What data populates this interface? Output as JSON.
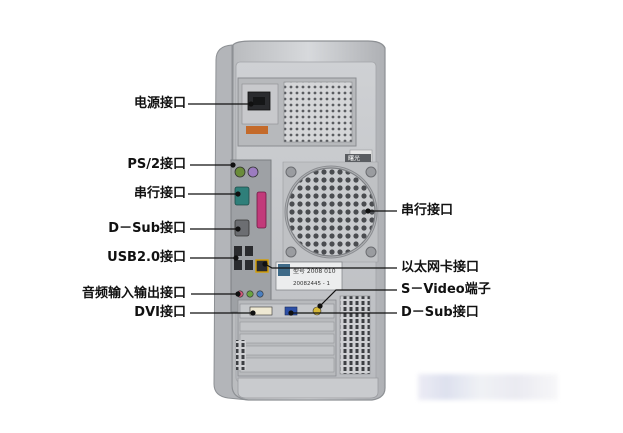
{
  "labels": {
    "left": [
      "电源接口",
      "PS/2接口",
      "串行接口",
      "D－Sub接口",
      "USB2.0接口",
      "音频输入输出接口",
      "DVI接口"
    ],
    "right": [
      "串行接口",
      "以太网卡接口",
      "S－Video端子",
      "D－Sub接口"
    ]
  },
  "nameplate": {
    "brand": "曙光",
    "model": "型号 2008 010",
    "serial": "20082445 - 1"
  },
  "colors": {
    "case": "#c5c7ca",
    "case_dark": "#8d9094",
    "leader": "#111111",
    "serial_port": "#2f7f7a",
    "parallel_port": "#c23a7a",
    "ethernet": "#d8a000",
    "vga": "#2c4fa6"
  }
}
